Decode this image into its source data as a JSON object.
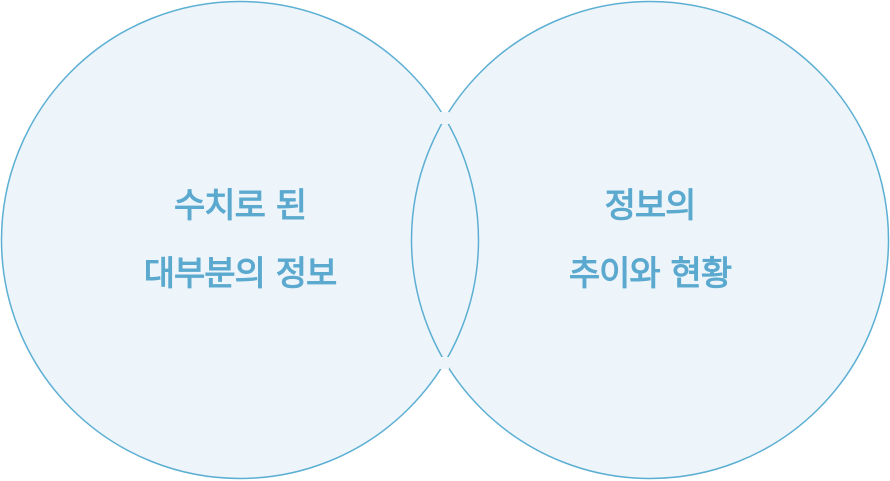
{
  "diagram": {
    "type": "venn",
    "colors": {
      "fill": "#edf5fb",
      "stroke": "#5cafd3",
      "text": "#5ba9cf"
    },
    "left": {
      "line1": "수치로 된",
      "line2": "대부분의 정보"
    },
    "right": {
      "line1": "정보의",
      "line2": "추이와 현황"
    }
  }
}
